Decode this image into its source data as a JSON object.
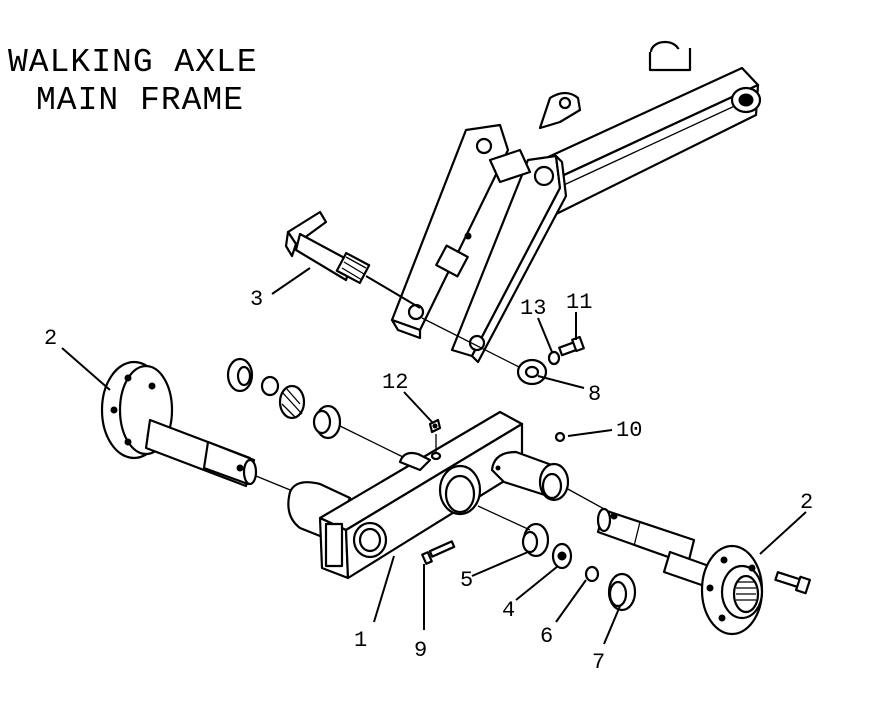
{
  "title": {
    "line1": "WALKING AXLE",
    "line2": "MAIN FRAME"
  },
  "callouts": {
    "c1": "1",
    "c2_left": "2",
    "c2_right": "2",
    "c3": "3",
    "c4": "4",
    "c5": "5",
    "c6": "6",
    "c7": "7",
    "c8": "8",
    "c9": "9",
    "c10": "10",
    "c11": "11",
    "c12": "12",
    "c13": "13"
  }
}
